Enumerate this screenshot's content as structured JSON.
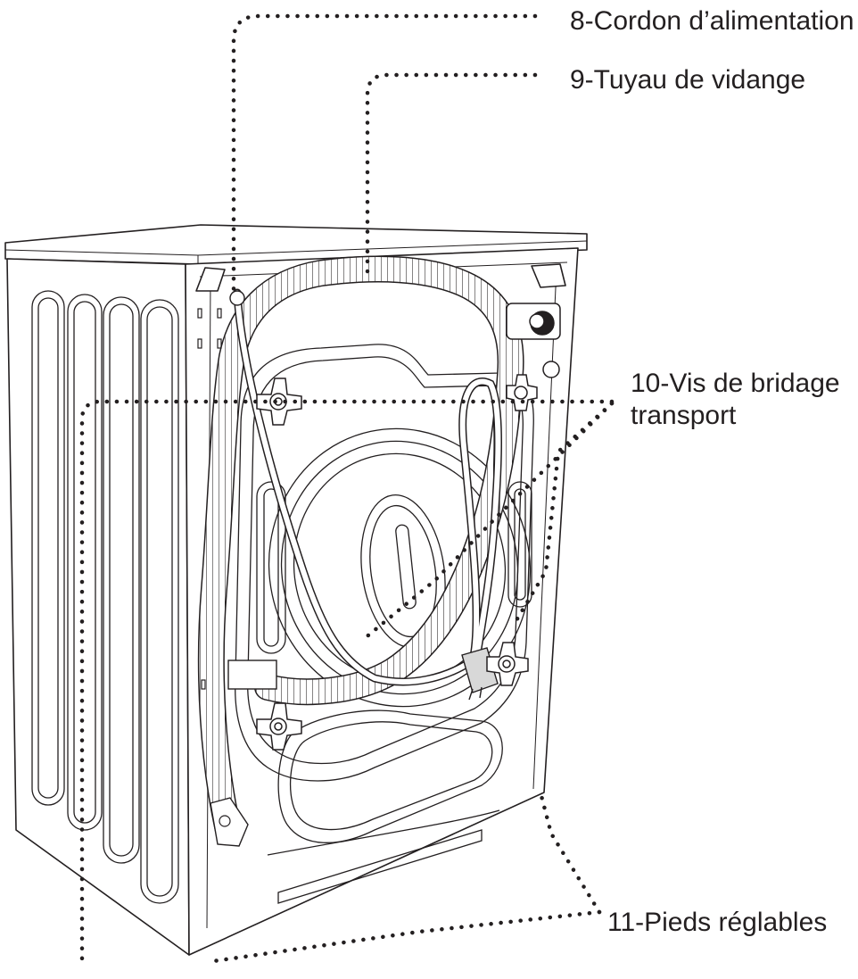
{
  "labels": {
    "power_cord": "8-Cordon d’alimentation",
    "drain_hose": "9-Tuyau de vidange",
    "transport_bolts_line1": "10-Vis de bridage",
    "transport_bolts_line2": "transport",
    "adjustable_feet": "11-Pieds réglables"
  },
  "colors": {
    "ink": "#231f20",
    "background": "#ffffff"
  }
}
